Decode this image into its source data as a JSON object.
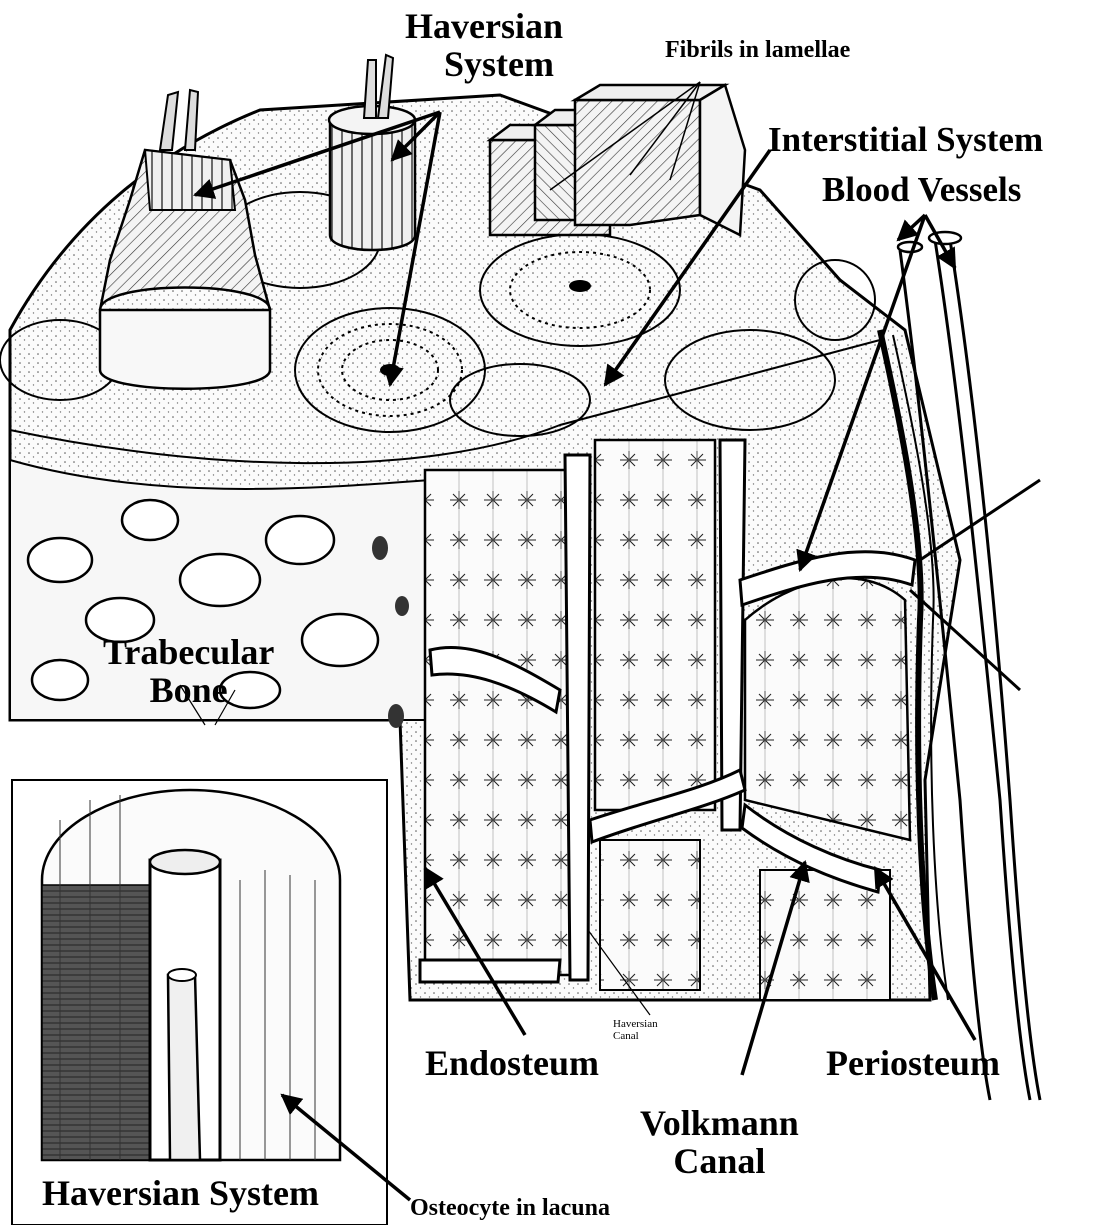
{
  "labels": {
    "haversian_system_top_line1": "Haversian",
    "haversian_system_top_line2": "System",
    "fibrils": "Fibrils in lamellae",
    "interstitial": "Interstitial System",
    "blood_vessels": "Blood Vessels",
    "trabecular_line1": "Trabecular",
    "trabecular_line2": "Bone",
    "endosteum": "Endosteum",
    "haversian_canal_line1": "Haversian",
    "haversian_canal_line2": "Canal",
    "periosteum": "Periosteum",
    "volkmann_line1": "Volkmann",
    "volkmann_line2": "Canal",
    "haversian_system_inset": "Haversian System",
    "osteocyte": "Osteocyte in lacuna"
  }
}
